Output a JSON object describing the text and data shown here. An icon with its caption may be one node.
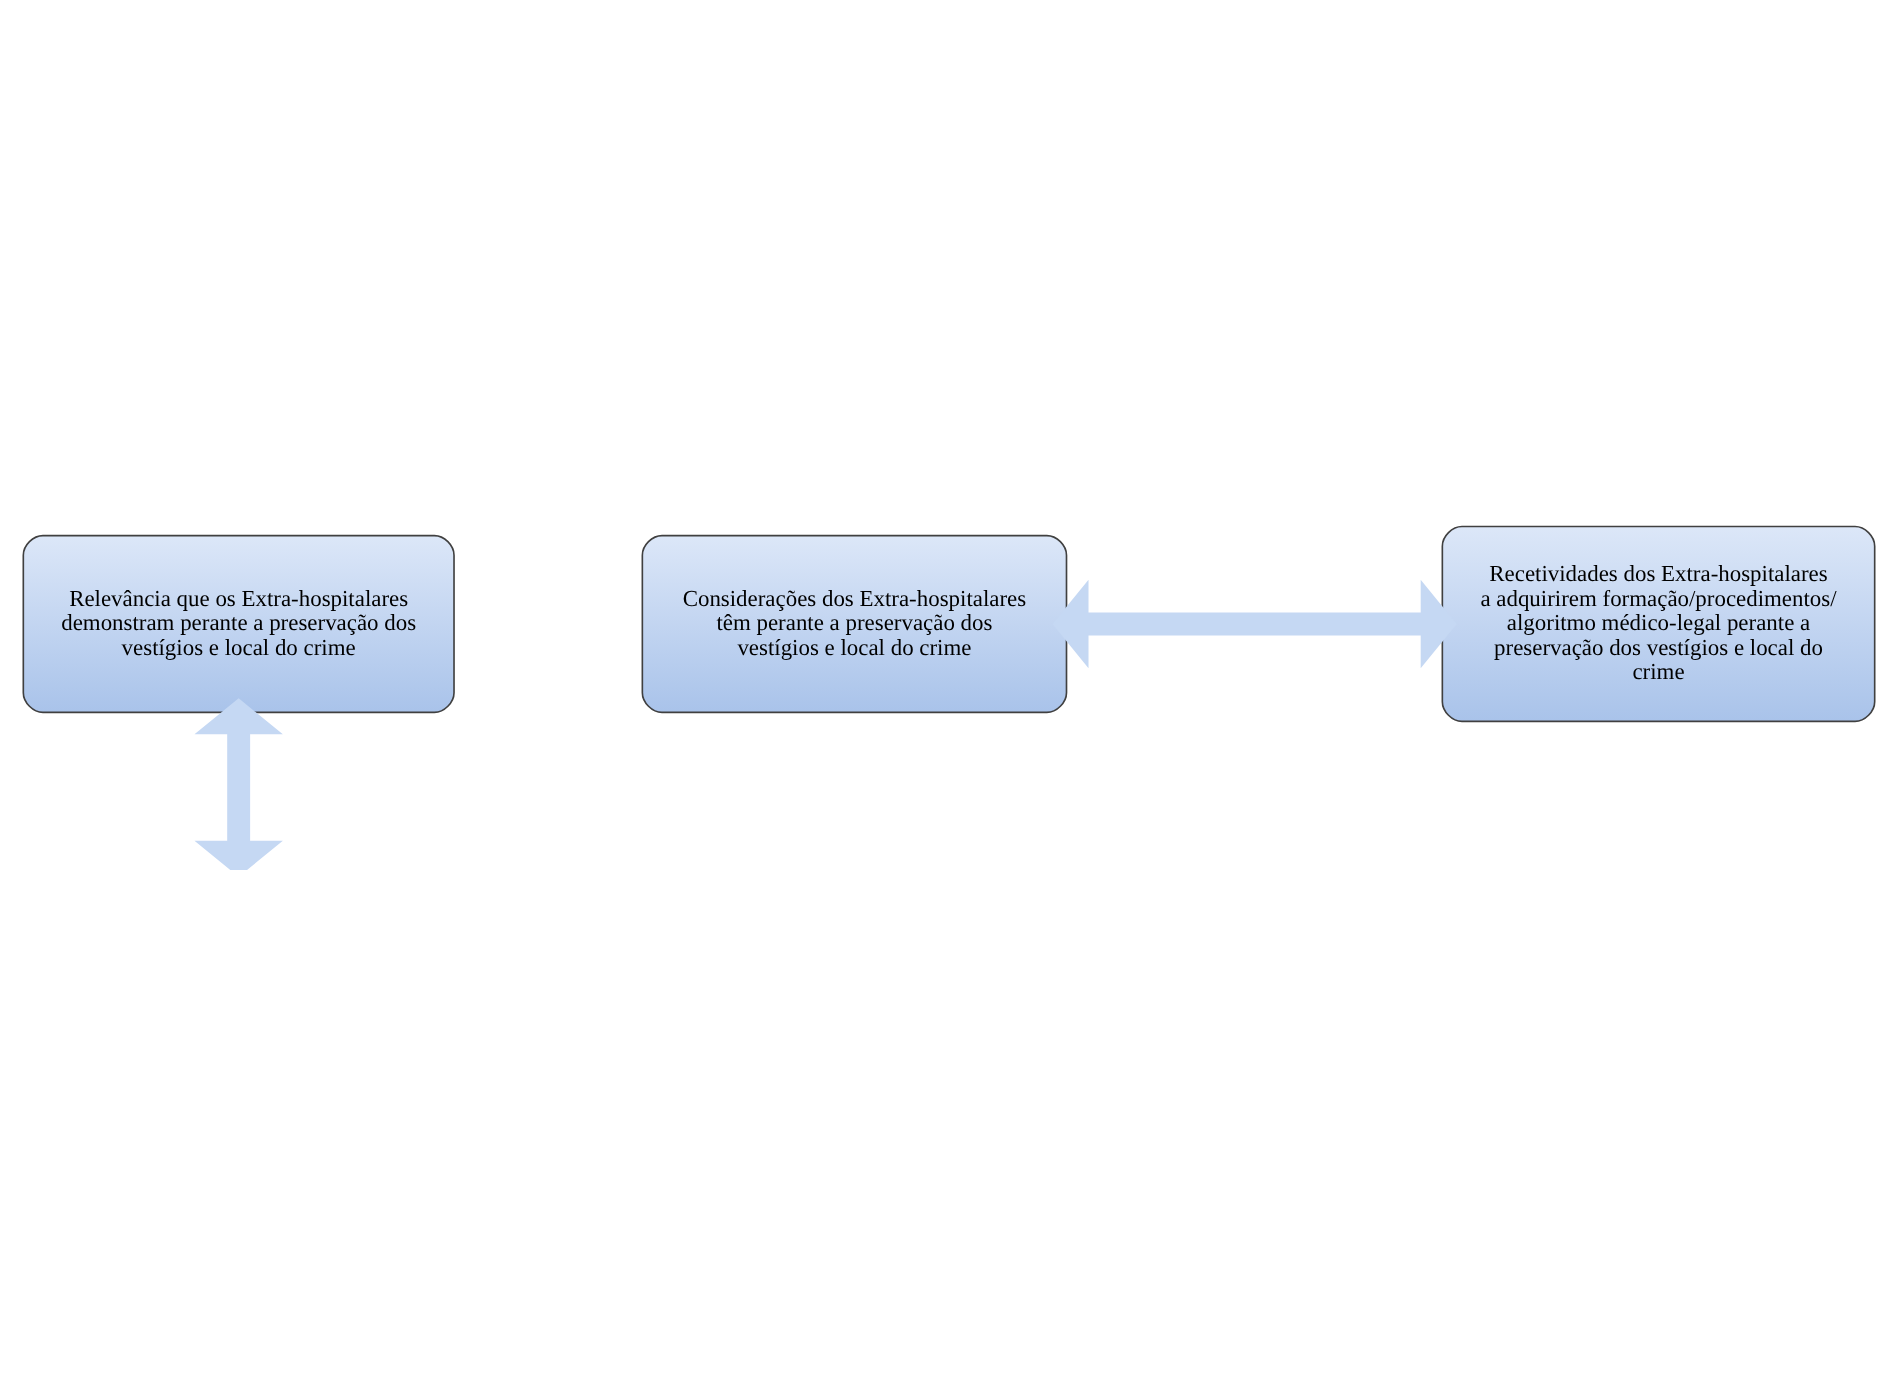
{
  "diagram": {
    "nodes": [
      {
        "text": [
          "Relevância que os Extra-hospitalares demonstram perante a preservação dos vestígios e local do crime"
        ]
      },
      {
        "text": [
          "Considerações dos Extra-hospitalares têm perante a preservação dos vestígios e local do crime"
        ]
      },
      {
        "text": [
          "Recetividades dos Extra-hospitalares a adquirirem formação/procedimentos/ algoritmo médico-legal perante a preservação dos vestígios e local do crime"
        ]
      }
    ],
    "edges": [
      {
        "from": 0,
        "to": null,
        "arrow": "both"
      },
      {
        "from": 1,
        "to": 2,
        "arrow": "both"
      }
    ]
  }
}
